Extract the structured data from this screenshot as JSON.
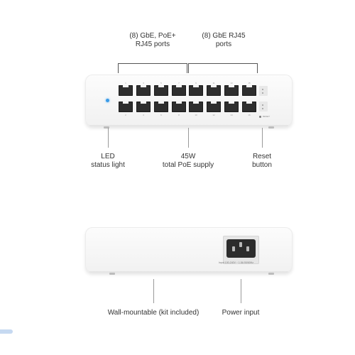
{
  "front": {
    "poe_ports_label": [
      "(8) GbE, PoE+",
      "RJ45 ports"
    ],
    "gbe_ports_label": [
      "(8) GbE RJ45",
      "ports"
    ],
    "led_label": [
      "LED",
      "status light"
    ],
    "poe_budget_label": [
      "45W",
      "total PoE supply"
    ],
    "reset_label": [
      "Reset",
      "button"
    ],
    "top_port_numbers": [
      "1",
      "3",
      "5",
      "7",
      "9",
      "11",
      "13",
      "15"
    ],
    "bottom_port_numbers": [
      "2",
      "4",
      "6",
      "8",
      "10",
      "12",
      "14",
      "16"
    ],
    "reset_marking": "RESET",
    "led_color": "#3a9be8"
  },
  "back": {
    "wall_mount_label": "Wall-mountable (kit included)",
    "power_input_label": "Power input",
    "power_spec_text": "Input 100-240V ~ 1.5A 50/60Hz"
  }
}
